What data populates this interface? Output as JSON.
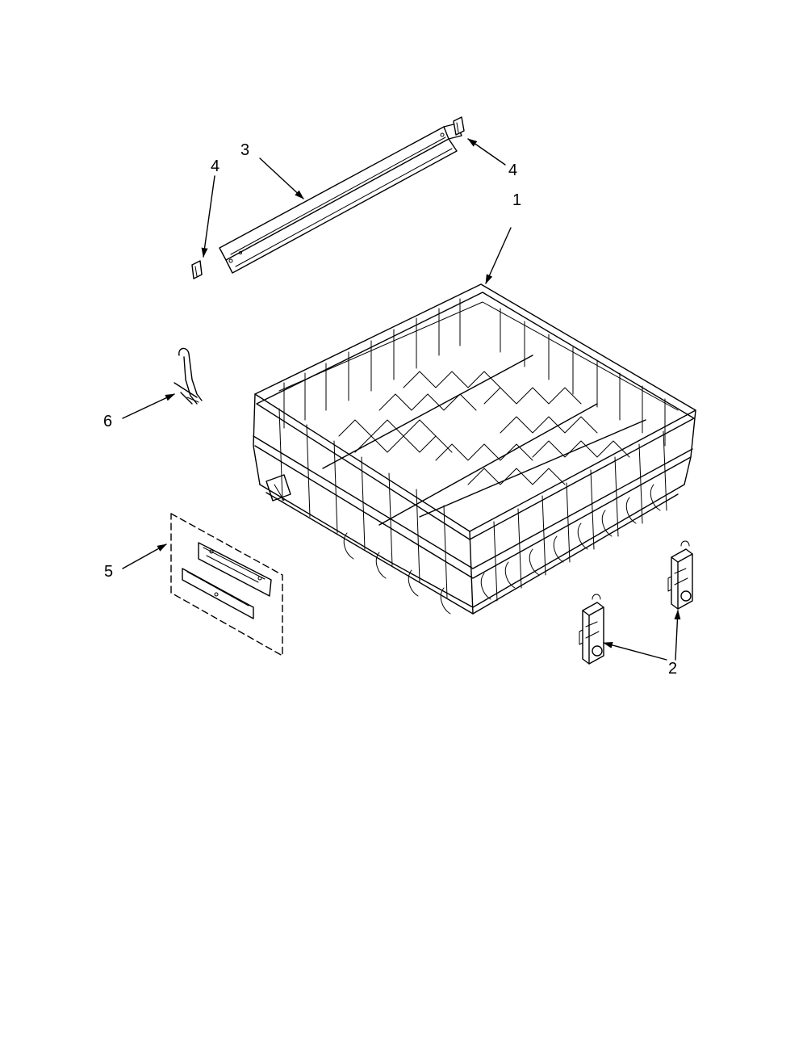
{
  "callouts": {
    "item_1": "1",
    "item_2": "2",
    "item_3": "3",
    "item_4_left": "4",
    "item_4_right": "4",
    "item_5": "5",
    "item_6": "6"
  },
  "colors": {
    "line": "#000000",
    "background": "#ffffff"
  }
}
